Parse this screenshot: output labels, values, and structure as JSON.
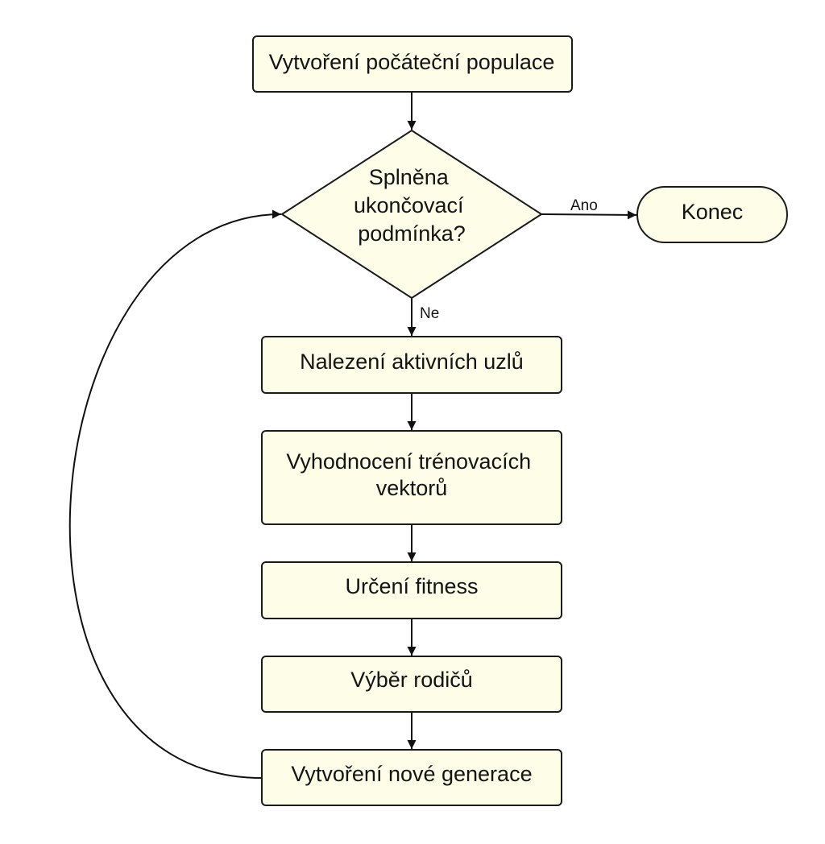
{
  "diagram": {
    "nodes": {
      "init": {
        "lines": [
          "Vytvoření počáteční populace"
        ]
      },
      "condition": {
        "lines": [
          "Splněna",
          "ukončovací",
          "podmínka?"
        ]
      },
      "end": {
        "lines": [
          "Konec"
        ]
      },
      "active": {
        "lines": [
          "Nalezení aktivních uzlů"
        ]
      },
      "evaluate": {
        "lines": [
          "Vyhodnocení trénovacích",
          "vektorů"
        ]
      },
      "fitness": {
        "lines": [
          "Určení fitness"
        ]
      },
      "select": {
        "lines": [
          "Výběr rodičů"
        ]
      },
      "newgen": {
        "lines": [
          "Vytvoření nové generace"
        ]
      }
    },
    "edges": {
      "yes_label": "Ano",
      "no_label": "Ne"
    }
  }
}
